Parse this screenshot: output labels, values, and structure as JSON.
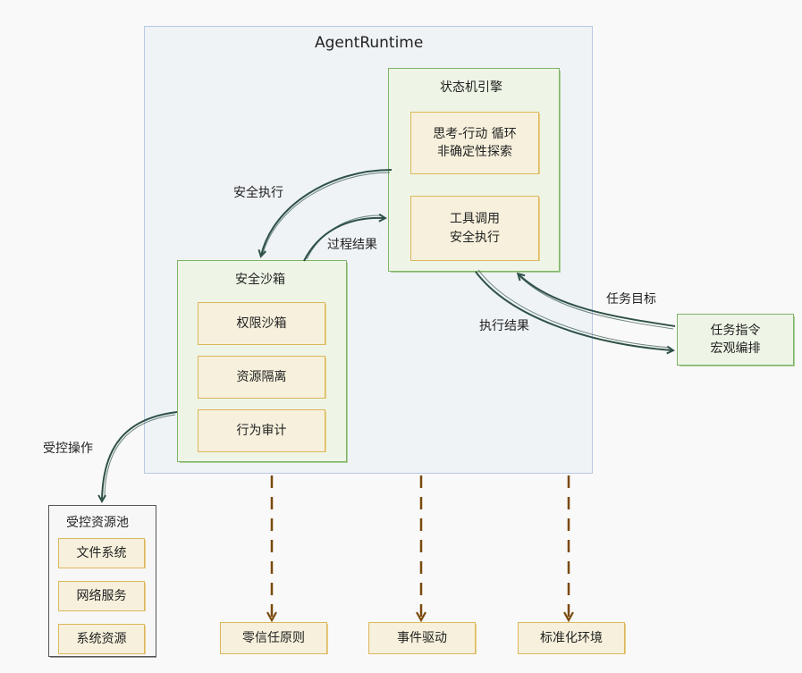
{
  "runtime": {
    "title": "AgentRuntime",
    "state_machine": {
      "title": "状态机引擎",
      "think_act": [
        "思考-行动 循环",
        "非确定性探索"
      ],
      "tool_call": [
        "工具调用",
        "安全执行"
      ]
    },
    "sandbox": {
      "title": "安全沙箱",
      "items": [
        "权限沙箱",
        "资源隔离",
        "行为审计"
      ]
    }
  },
  "task": [
    "任务指令",
    "宏观编排"
  ],
  "resource_pool": {
    "title": "受控资源池",
    "items": [
      "文件系统",
      "网络服务",
      "系统资源"
    ]
  },
  "principles": [
    "零信任原则",
    "事件驱动",
    "标准化环境"
  ],
  "edge_labels": {
    "safe_exec": "安全执行",
    "process_result": "过程结果",
    "task_goal": "任务目标",
    "exec_result": "执行结果",
    "controlled_op": "受控操作"
  },
  "colors": {
    "arrow": "#2f5148",
    "dashed_arrow": "#7a4a0c",
    "green_border": "#7eb36a",
    "yellow_border": "#dcb75b",
    "runtime_border": "#b9c8e3"
  }
}
